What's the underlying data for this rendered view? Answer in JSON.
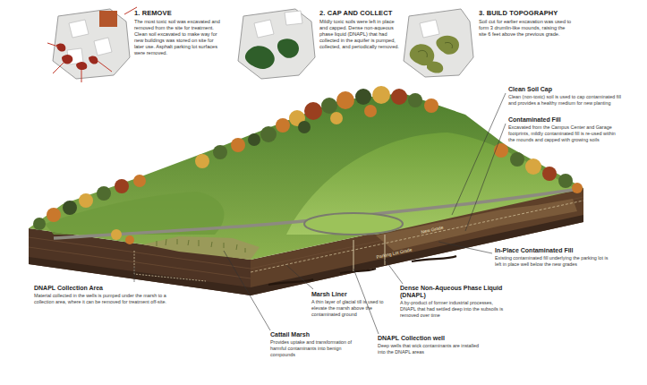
{
  "diagram": {
    "nodes": [
      {
        "text": [
          "1. REMOVE",
          "The most toxic soil was excavated and removed from the site for treatment. Clean soil excavated to make way for new buildings was stored on site for later use. Asphalt parking lot surfaces were removed."
        ]
      },
      {
        "text": [
          "2. CAP AND COLLECT",
          "Mildly toxic soils were left in place and capped. Dense non-aqueous phase liquid (DNAPL) that had collected in the aquifer is pumped, collected, and periodically removed."
        ]
      },
      {
        "text": [
          "3. BUILD TOPOGRAPHY",
          "Soil cut for earlier excavation was used to form 3 drumlin-like mounds, raising the site 6 feet above the previous grade."
        ]
      },
      {
        "text": [
          "Clean Soil Cap",
          "Clean (non-toxic) soil is used to cap contaminated fill and provides a healthy medium for new planting"
        ]
      },
      {
        "text": [
          "Contaminated Fill",
          "Excavated from the Campus Center and Garage footprints, mildly contaminated fill is re-used within the mounds and capped with growing soils"
        ]
      },
      {
        "text": [
          "In-Place Contaminated Fill",
          "Existing contaminated fill underlying the parking lot is left in place well below the new grades"
        ]
      },
      {
        "text": [
          "DNAPL Collection Area",
          "Material collected in the wells is pumped under the marsh to a collection area, where it can be removed for treatment off-site."
        ]
      },
      {
        "text": [
          "Dense Non-Aqueous Phase Liquid (DNAPL)",
          "A by-product of former industrial processes, DNAPL that had settled deep into the subsoils is removed over time"
        ]
      },
      {
        "text": [
          "Marsh Liner",
          "A thin layer of glacial till is used to elevate the marsh above the contaminated ground"
        ]
      },
      {
        "text": [
          "Cattail Marsh",
          "Provides uptake and transformation of harmful contaminants into benign compounds"
        ]
      },
      {
        "text": [
          "DNAPL Collection well",
          "Deep wells that wick contaminants are installed into the DNAPL areas"
        ]
      }
    ],
    "labels": [
      "New Grade",
      "Parking Lot Grade"
    ]
  }
}
